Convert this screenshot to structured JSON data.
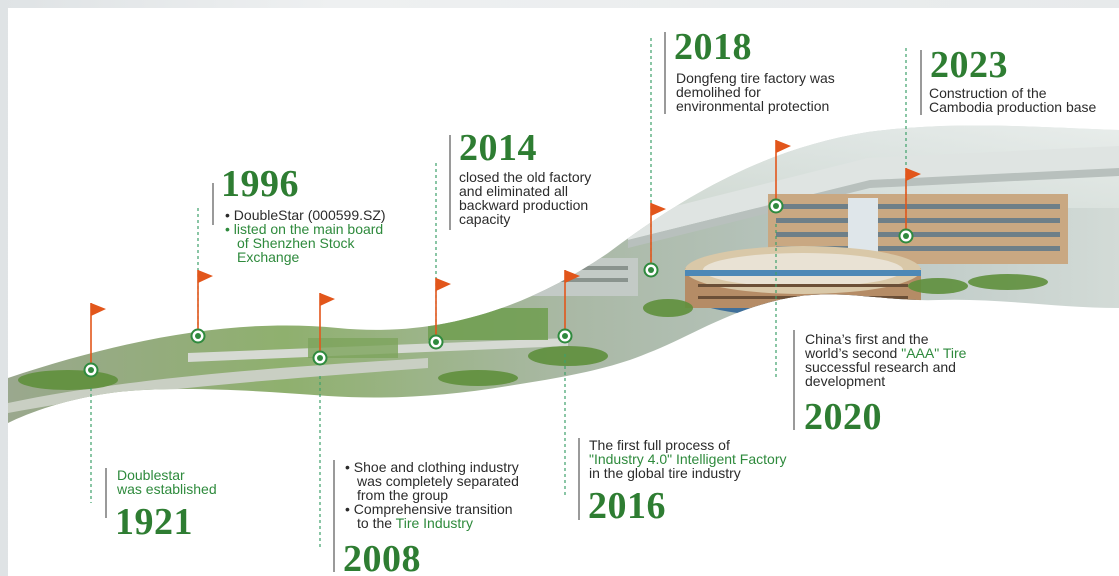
{
  "colors": {
    "year": "#2e7d32",
    "highlight": "#2e8a3c",
    "text": "#2b2b2b",
    "flag": "#e2561b",
    "pole": "#e2561b",
    "node": "#2f8a3e",
    "dashed": "#3ea06a"
  },
  "milestones": [
    {
      "year": "1921",
      "lines": [
        "Doublestar",
        "was established"
      ]
    },
    {
      "year": "1996",
      "lines": [
        "• DoubleStar (000599.SZ)",
        "• listed on the main board",
        "of Shenzhen Stock",
        "Exchange"
      ]
    },
    {
      "year": "2008",
      "lines": [
        "• Shoe and clothing industry",
        "was completely separated",
        "from the group",
        "• Comprehensive transition",
        "to the ",
        "Tire Industry"
      ]
    },
    {
      "year": "2014",
      "lines": [
        "closed the old factory",
        "and eliminated all",
        "backward production",
        "capacity"
      ]
    },
    {
      "year": "2016",
      "lines": [
        "The first full process of",
        "\"Industry 4.0\" Intelligent Factory",
        "in the global tire industry"
      ]
    },
    {
      "year": "2018",
      "lines": [
        "Dongfeng tire factory  was",
        "demolihed for",
        "environmental protection"
      ]
    },
    {
      "year": "2020",
      "lines": [
        "China’s first and the",
        "world’s second ",
        "\"AAA\" Tire",
        "successful research and",
        "development"
      ]
    },
    {
      "year": "2023",
      "lines": [
        "Construction of the",
        "Cambodia production base"
      ]
    }
  ]
}
